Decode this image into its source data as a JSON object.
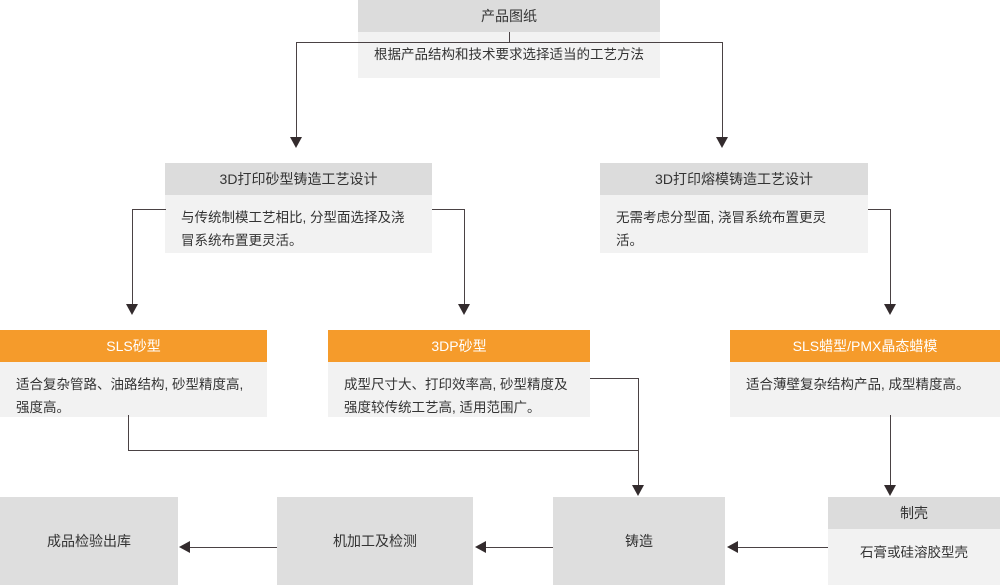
{
  "diagram": {
    "title_hidden": "",
    "colors": {
      "accent": "#f59b2b",
      "header_gray": "#dcdcdc",
      "body_gray": "#f2f2f2",
      "block_gray": "#dedede",
      "line": "#4a4244",
      "text": "#333333"
    },
    "top": {
      "header": "产品图纸",
      "body": "根据产品结构和技术要求选择适当的工艺方法"
    },
    "process": [
      {
        "header": "3D打印砂型铸造工艺设计",
        "body": "与传统制模工艺相比, 分型面选择及浇冒系统布置更灵活。"
      },
      {
        "header": "3D打印熔模铸造工艺设计",
        "body": "无需考虑分型面, 浇冒系统布置更灵活。"
      }
    ],
    "methods": [
      {
        "header": "SLS砂型",
        "body": "适合复杂管路、油路结构, 砂型精度高, 强度高。"
      },
      {
        "header": "3DP砂型",
        "body": "成型尺寸大、打印效率高, 砂型精度及强度较传统工艺高, 适用范围广。"
      },
      {
        "header": "SLS蜡型/PMX晶态蜡模",
        "body": "适合薄壁复杂结构产品, 成型精度高。"
      }
    ],
    "shell": {
      "header": "制壳",
      "body": "石膏或硅溶胶型壳"
    },
    "downstream": [
      {
        "label": "成品检验出库"
      },
      {
        "label": "机加工及检测"
      },
      {
        "label": "铸造"
      }
    ]
  }
}
